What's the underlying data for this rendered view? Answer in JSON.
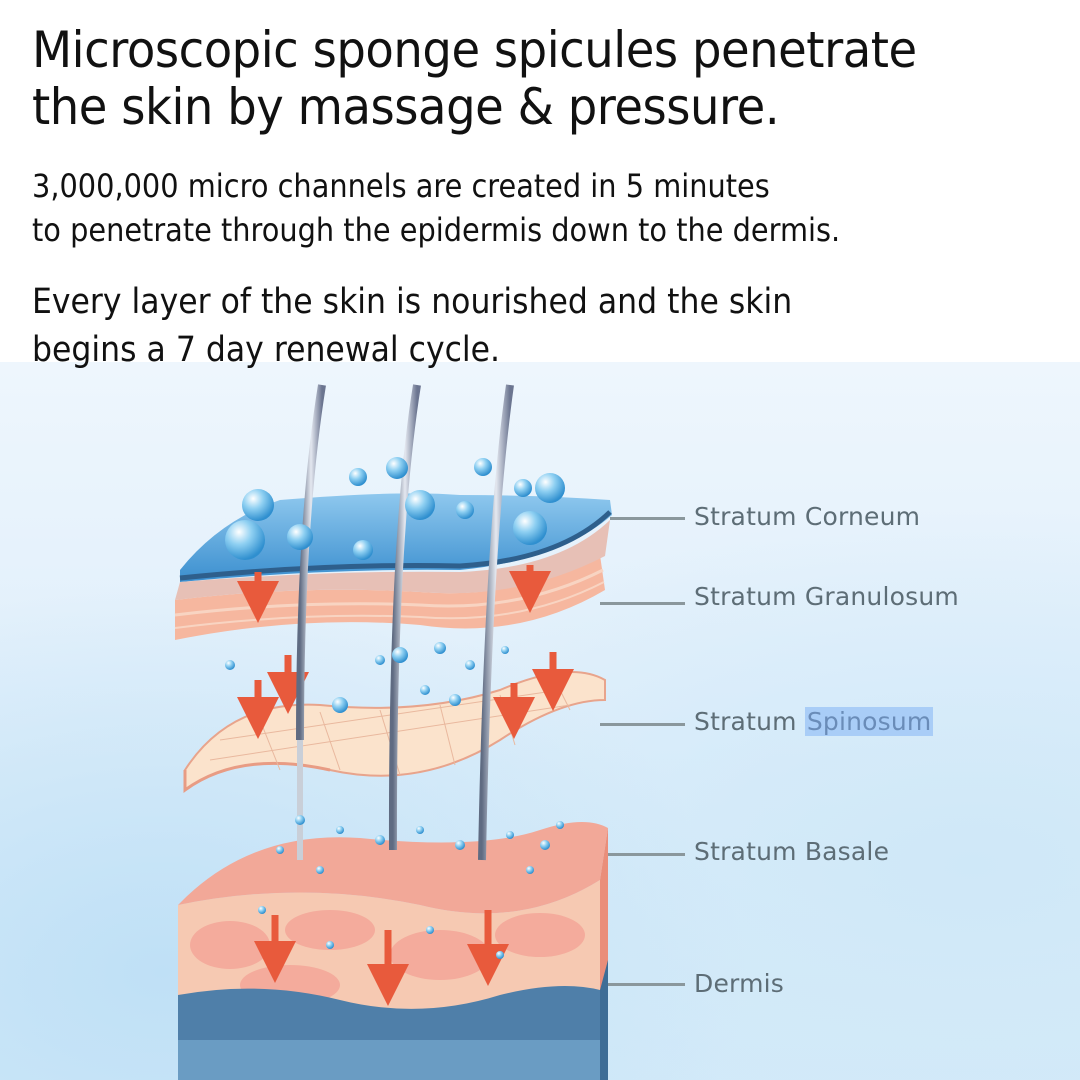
{
  "header": {
    "title_line1": "Microscopic sponge spicules penetrate",
    "title_line2": "the skin by massage & pressure.",
    "subtitle_line1": "3,000,000 micro channels are created in 5 minutes",
    "subtitle_line2": "to penetrate through the epidermis down to the dermis.",
    "body_line1": "Every layer of the skin is nourished and the skin",
    "body_line2": "begins a 7 day renewal cycle."
  },
  "diagram": {
    "labels": [
      {
        "id": "stratum-corneum",
        "text": "Stratum Corneum"
      },
      {
        "id": "stratum-granulosum",
        "text": "Stratum Granulosum"
      },
      {
        "id": "stratum-spinosum",
        "word1": "Stratum",
        "word2": "Spinosum",
        "highlighted": "Spinosum"
      },
      {
        "id": "stratum-basale",
        "text": "Stratum Basale"
      },
      {
        "id": "dermis",
        "text": "Dermis"
      }
    ],
    "colors": {
      "corneum": "#5aaee0",
      "granulosum": "#f4b9a4",
      "spinosum": "#fbe3cc",
      "basale": "#f3a593",
      "dermis": "#4d7ea8",
      "arrow": "#e85a3c",
      "highlight": "#a9cdf7"
    }
  }
}
